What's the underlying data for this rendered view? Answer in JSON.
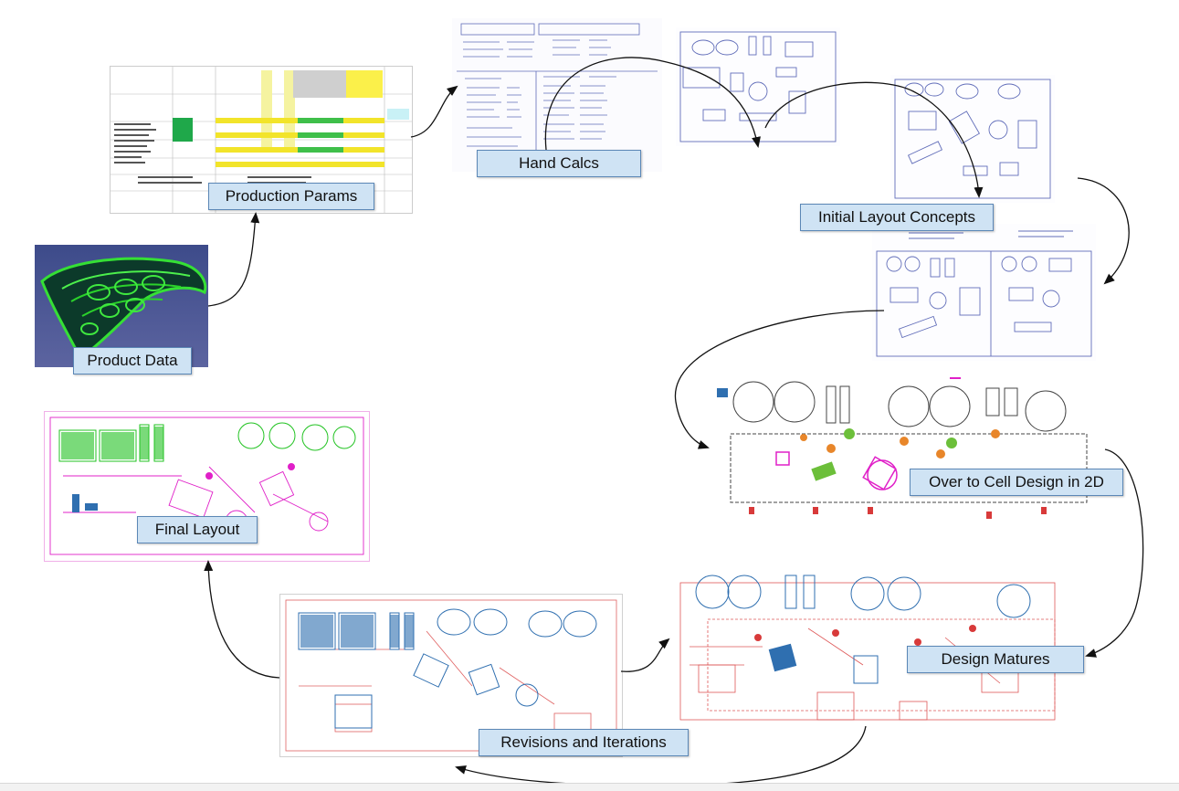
{
  "stages": {
    "product_data": "Product Data",
    "production_params": "Production Params",
    "hand_calcs": "Hand Calcs",
    "initial_layout_concepts": "Initial Layout Concepts",
    "cell_design_2d": "Over to Cell Design in 2D",
    "design_matures": "Design Matures",
    "revisions": "Revisions and Iterations",
    "final_layout": "Final Layout"
  },
  "colors": {
    "label_fill": "#cfe3f4",
    "label_border": "#5b87b6",
    "arrow": "#111111",
    "cad_green": "#22c322",
    "cad_magenta": "#e020c8",
    "cad_blue": "#2f6fb0",
    "cad_red": "#d83a3a",
    "sketch_ink": "#3b4aa8"
  }
}
